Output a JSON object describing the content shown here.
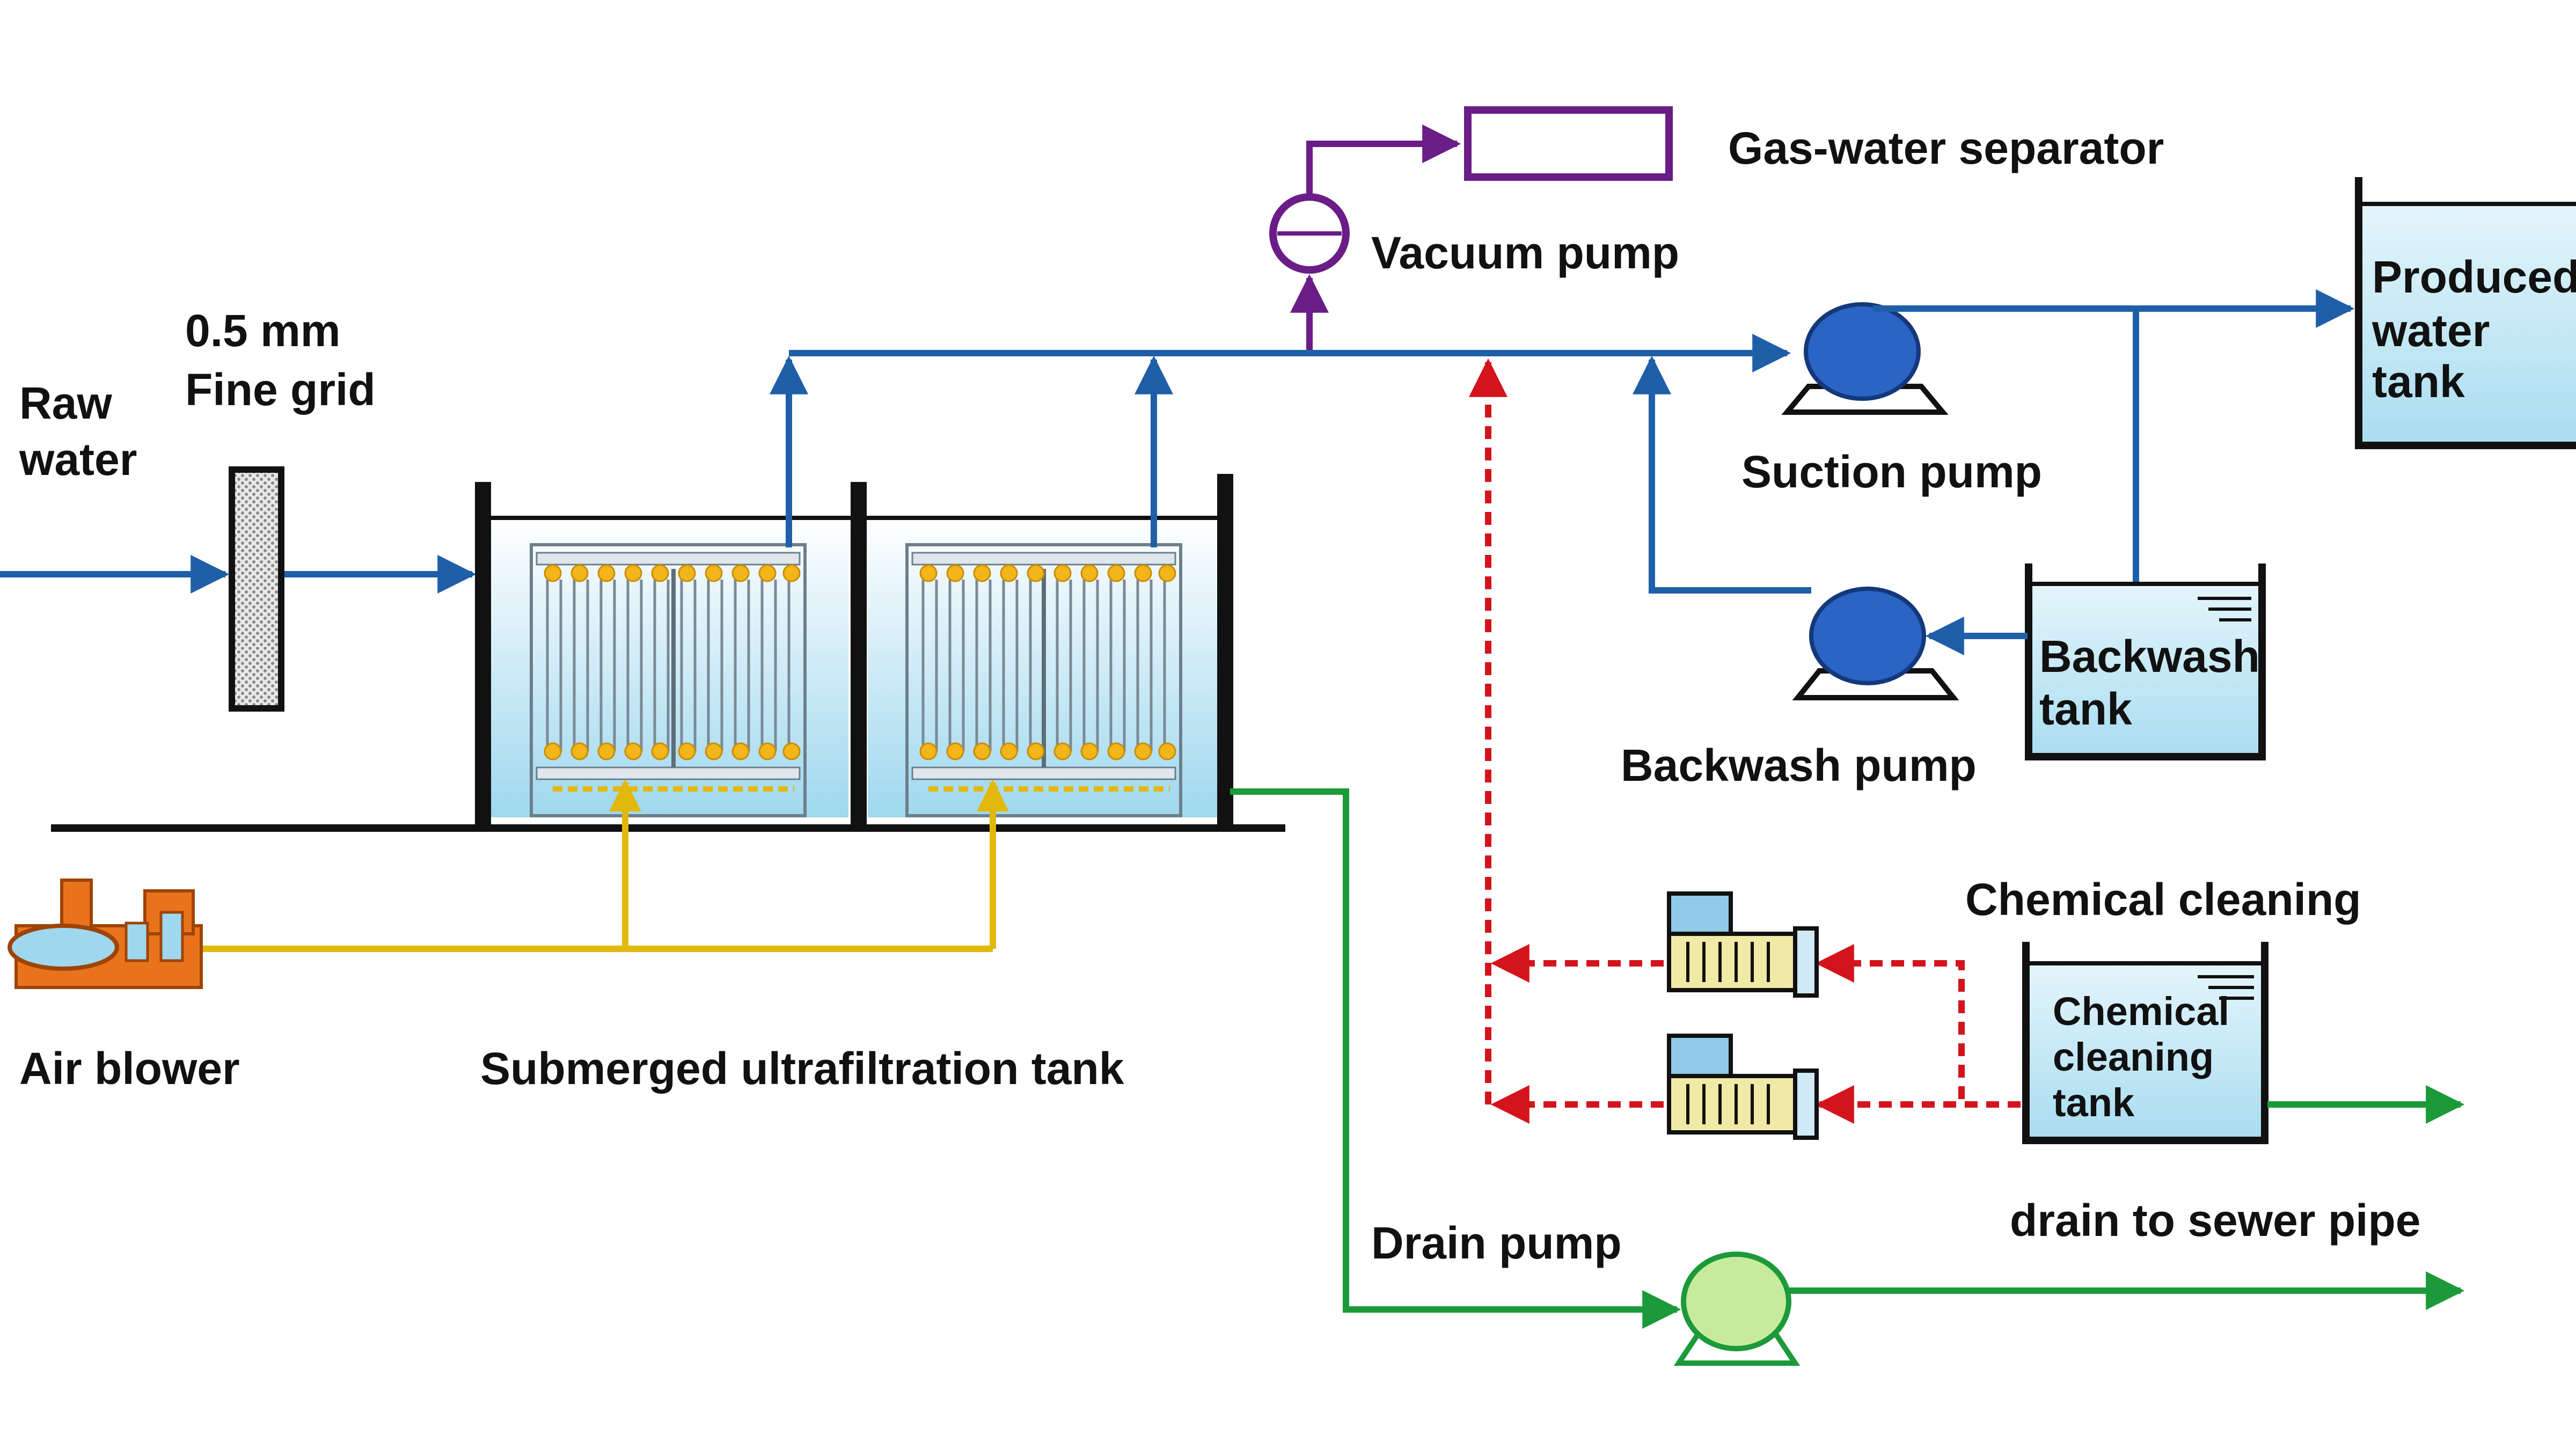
{
  "colors": {
    "process_line": "#1f5fa8",
    "vacuum_line": "#6a1d86",
    "aeration_line": "#e3b80d",
    "drain_line": "#1c9a3a",
    "chemical_line": "#d4141c",
    "water_fill": "#bfe6f3",
    "tank_wall": "#111111",
    "pump_blue": "#2a64c4",
    "pump_green": "#c7eb9c",
    "blower_orange": "#e9731c",
    "membrane_beads": "#f2b51a",
    "grid_fill": "#cfcfcf"
  },
  "labels": {
    "raw_water": [
      "Raw",
      "water"
    ],
    "fine_grid": [
      "0.5 mm",
      "Fine grid"
    ],
    "gas_water_separator": "Gas-water separator",
    "vacuum_pump": "Vacuum pump",
    "produced_water_tank": [
      "Produced",
      "water",
      "tank"
    ],
    "suction_pump": "Suction pump",
    "backwash_tank": [
      "Backwash",
      "tank"
    ],
    "backwash_pump": "Backwash pump",
    "chemical_cleaning": "Chemical cleaning",
    "chemical_cleaning_tank": [
      "Chemical",
      "cleaning",
      "tank"
    ],
    "drain_to_sewer_pipe": "drain to sewer pipe",
    "drain_pump": "Drain pump",
    "air_blower": "Air blower",
    "submerged_uf_tank": "Submerged ultrafiltration tank"
  },
  "icons": [
    "fine-grid-icon",
    "vacuum-pump-icon",
    "gas-water-separator-icon",
    "suction-pump-icon",
    "backwash-pump-icon",
    "drain-pump-icon",
    "air-blower-icon",
    "dosing-pump-icon",
    "membrane-module-icon"
  ]
}
